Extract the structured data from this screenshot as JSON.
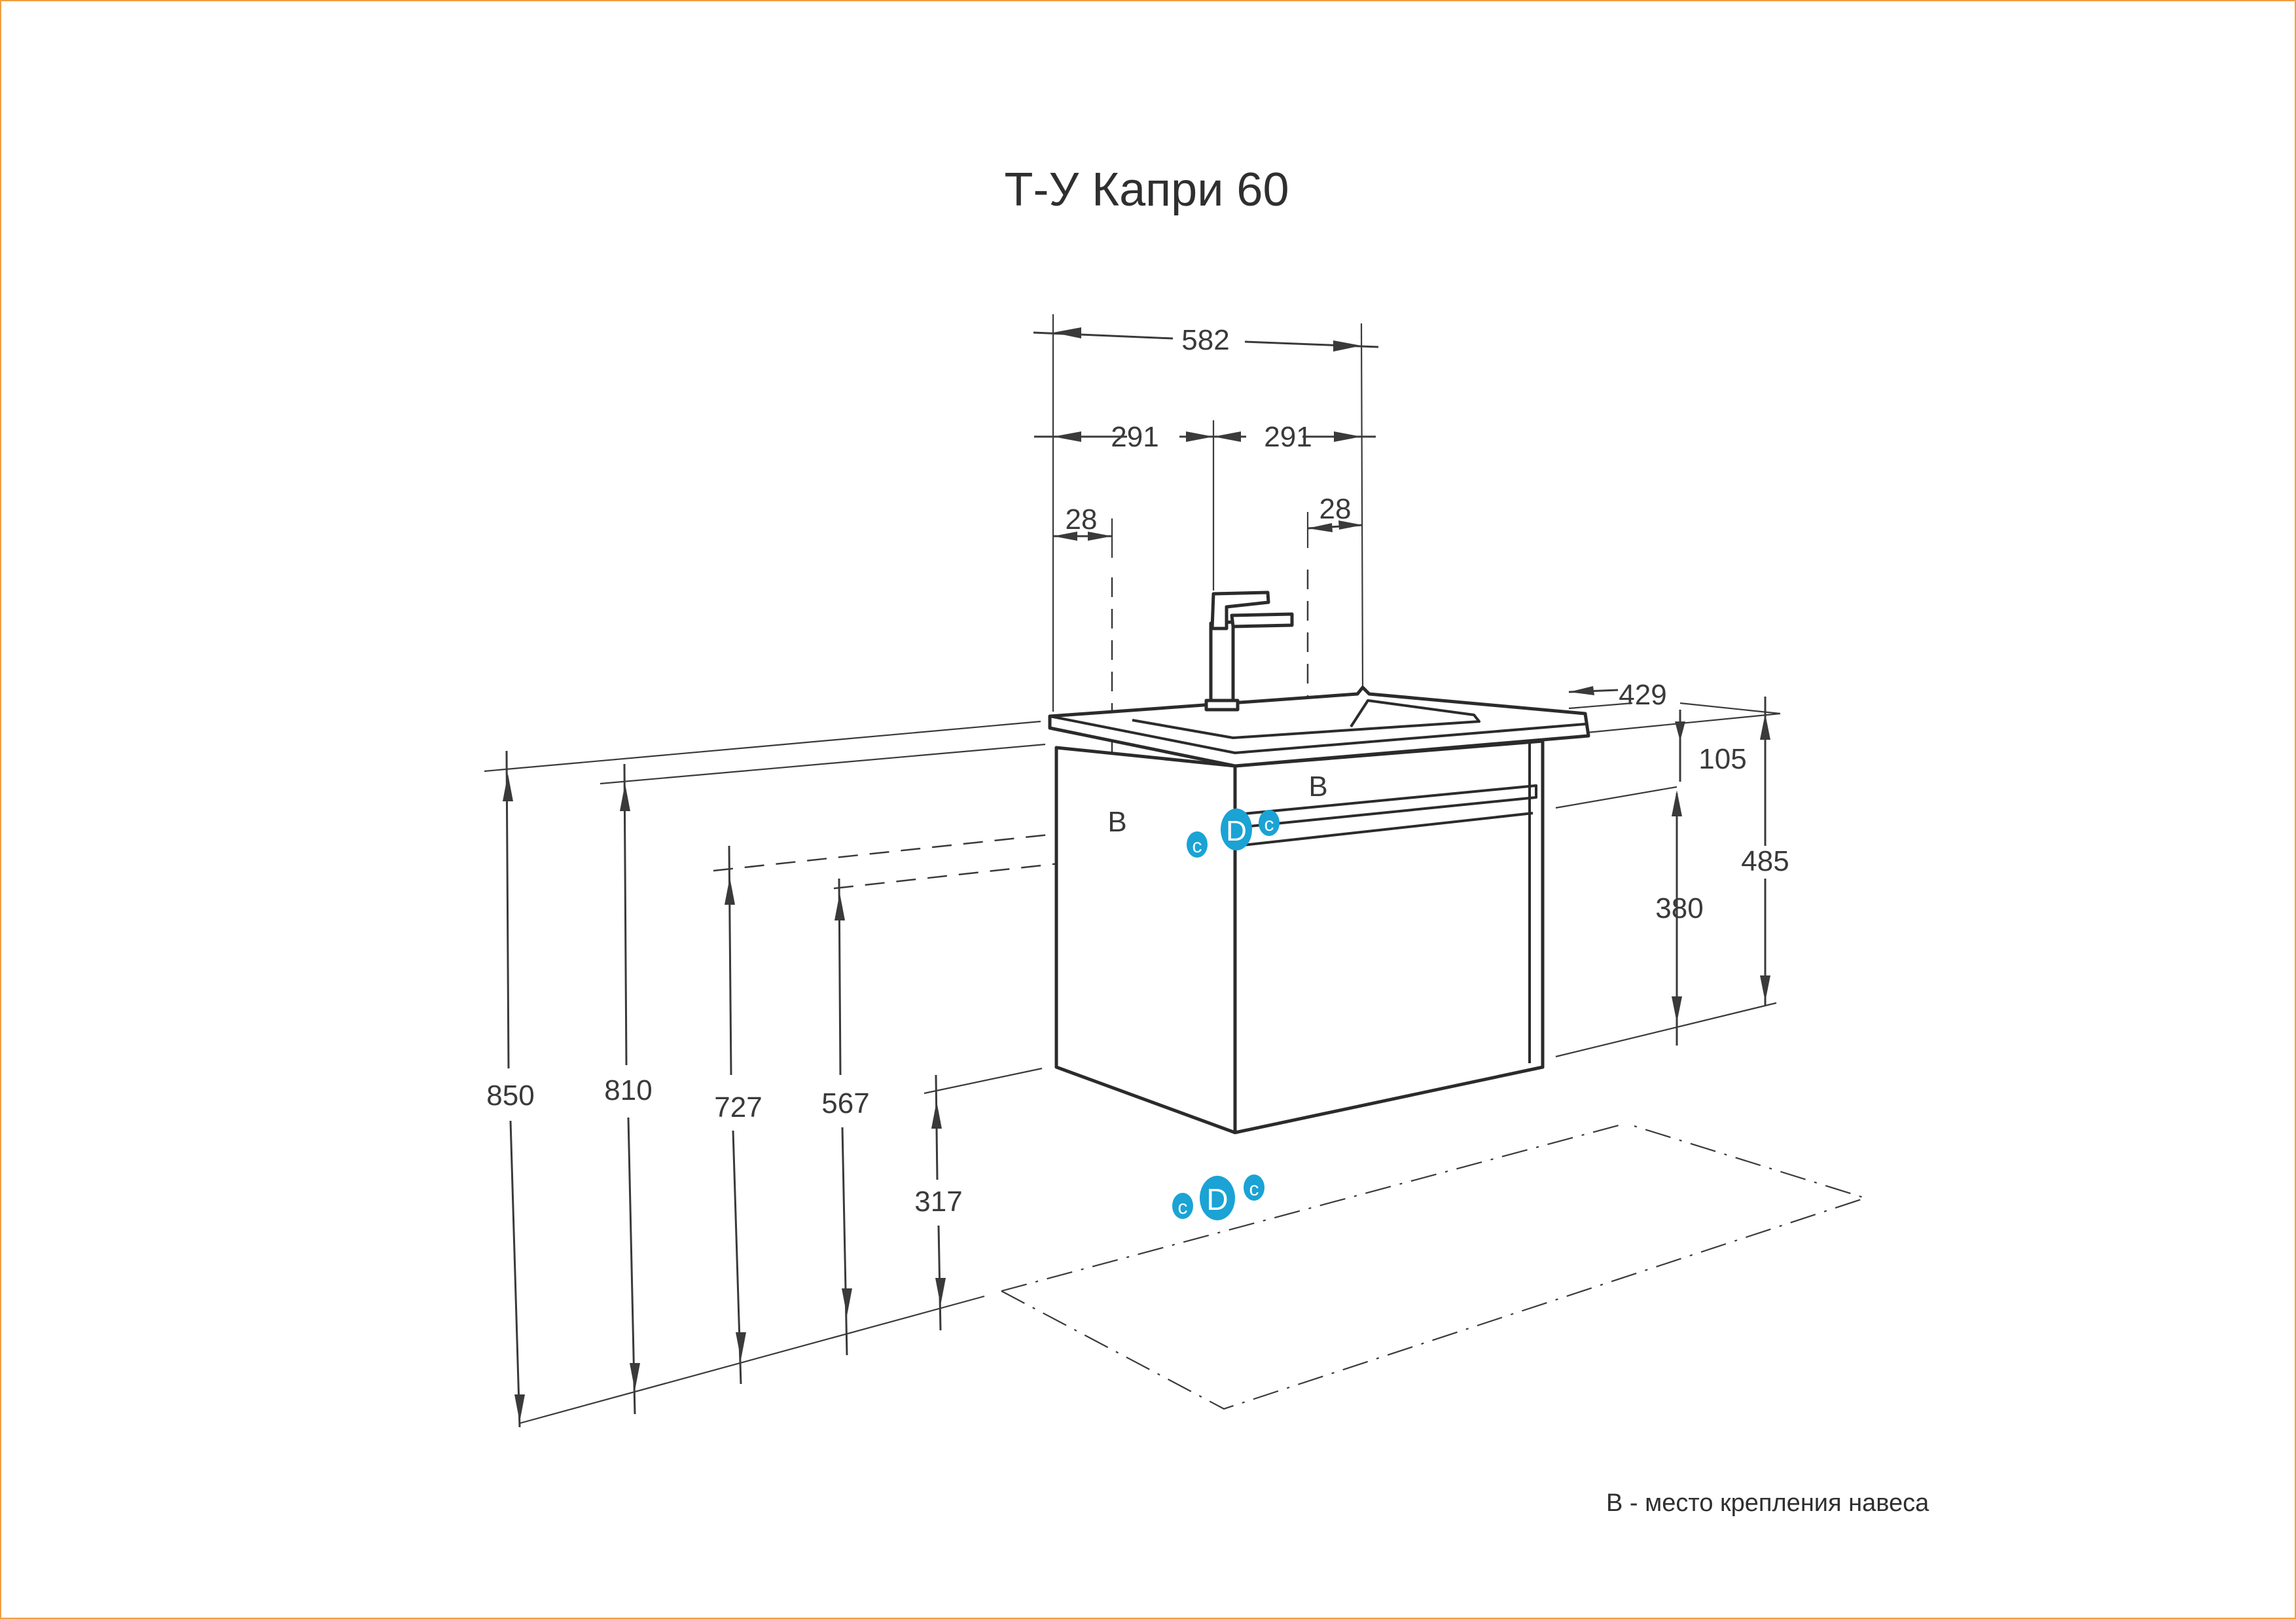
{
  "title": "Т-У Капри 60",
  "dimensions": {
    "total_width": "582",
    "half_width_left": "291",
    "half_width_right": "291",
    "offset_left": "28",
    "offset_right": "28",
    "depth": "429",
    "top_105": "105",
    "h_380": "380",
    "h_485": "485",
    "h_850": "850",
    "h_810": "810",
    "h_727": "727",
    "h_567": "567",
    "h_317": "317"
  },
  "markers": {
    "b_left": "B",
    "b_right": "B",
    "connection_upper": {
      "center": "D",
      "side_left": "c",
      "side_right": "c"
    },
    "connection_lower": {
      "center": "D",
      "side_left": "c",
      "side_right": "c"
    }
  },
  "legend": "B - место крепления навеса",
  "colors": {
    "border": "#f0a042",
    "connection": "#1aa3d4",
    "line": "#3a3a3a"
  }
}
